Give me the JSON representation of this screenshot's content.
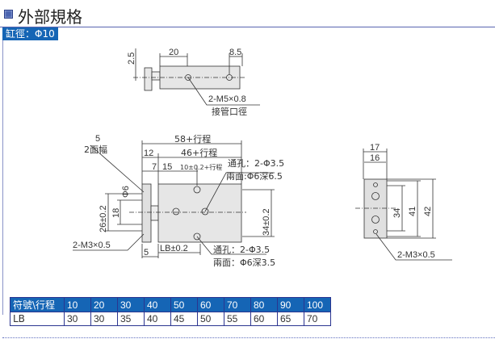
{
  "header": {
    "title": "外部規格",
    "bore_label": "缸徑：Φ10"
  },
  "top_view": {
    "dim_a": "20",
    "dim_b": "8.5",
    "dim_c": "2.5",
    "port_spec": "2-M5×0.8",
    "port_label": "接管口徑"
  },
  "front_view": {
    "overall": "58+行程",
    "body": "46+行程",
    "d12": "12",
    "d7": "7",
    "d15": "15",
    "d10": "10±0.2+行程",
    "width_top": "5",
    "width_label": "2面幅",
    "phi6": "Φ6",
    "d26": "26±0.2",
    "d18": "18",
    "d34": "34±0.2",
    "thread": "2-M3×0.5",
    "d5": "5",
    "lb": "LB±0.2",
    "hole_top_1": "通孔：2-Φ3.5",
    "hole_top_2": "兩面:Φ6深6.5",
    "hole_bot_1": "通孔：2-Φ3.5",
    "hole_bot_2": "兩面：Φ6深3.5"
  },
  "side_view": {
    "d17": "17",
    "d16": "16",
    "d34": "34",
    "d41": "41",
    "d42": "42",
    "thread": "2-M3×0.5"
  },
  "table": {
    "header": [
      "符號\\行程",
      "10",
      "20",
      "30",
      "40",
      "50",
      "60",
      "70",
      "80",
      "90",
      "100"
    ],
    "rows": [
      [
        "LB",
        "30",
        "30",
        "35",
        "40",
        "45",
        "50",
        "55",
        "60",
        "65",
        "70"
      ]
    ]
  }
}
